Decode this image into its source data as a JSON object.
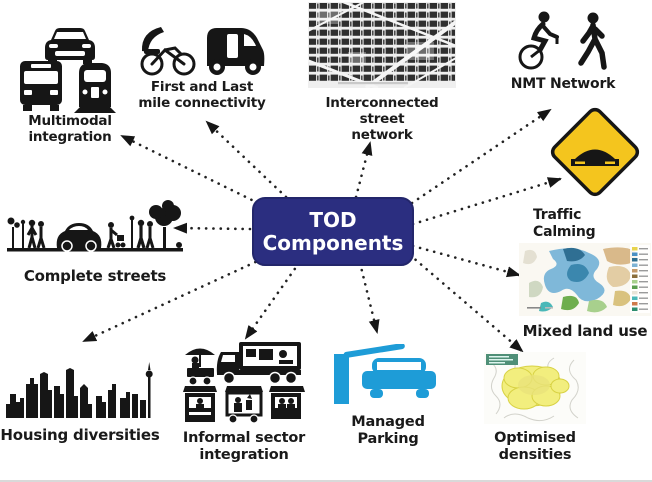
{
  "diagram": {
    "title": "TOD Components",
    "center": {
      "line1": "TOD",
      "line2": "Components"
    },
    "components": [
      {
        "name": "multimodal-integration",
        "label1": "Multimodal",
        "label2": "integration",
        "icons": [
          "car-icon",
          "bus-icon",
          "metro-train-icon"
        ]
      },
      {
        "name": "first-and-last-mile-connectivity",
        "label1": "First and Last",
        "label2": "mile connectivity",
        "icons": [
          "cycle-rickshaw-icon",
          "auto-rickshaw-icon"
        ]
      },
      {
        "name": "interconnected-street-network",
        "label1": "Interconnected street",
        "label2": "network",
        "icons": [
          "street-network-map"
        ]
      },
      {
        "name": "nmt-network",
        "label1": "NMT Network",
        "icons": [
          "cyclist-icon",
          "pedestrian-icon"
        ]
      },
      {
        "name": "traffic-calming",
        "label1": "Traffic",
        "label2": "Calming",
        "icons": [
          "speed-bump-sign-icon"
        ]
      },
      {
        "name": "mixed-land-use",
        "label1": "Mixed land use",
        "icons": [
          "land-use-map"
        ]
      },
      {
        "name": "complete-streets",
        "label1": "Complete streets",
        "icons": [
          "street-cross-section-icon"
        ]
      },
      {
        "name": "housing-diversities",
        "label1": "Housing diversities",
        "icons": [
          "city-skyline-icon"
        ]
      },
      {
        "name": "informal-sector-integration",
        "label1": "Informal sector",
        "label2": "integration",
        "icons": [
          "vendor-cart-icon",
          "food-truck-icon",
          "market-stalls-icon"
        ]
      },
      {
        "name": "managed-parking",
        "label1": "Managed",
        "label2": "Parking",
        "icons": [
          "parking-barrier-car-icon"
        ]
      },
      {
        "name": "optimised-densities",
        "label1": "Optimised",
        "label2": "densities",
        "icons": [
          "density-map"
        ]
      }
    ],
    "colors": {
      "center_bg": "#2B2E80",
      "center_text": "#FFFFFF",
      "icon_black": "#161616",
      "parking_blue": "#1E9CD7",
      "sign_yellow": "#F4C51E"
    }
  }
}
